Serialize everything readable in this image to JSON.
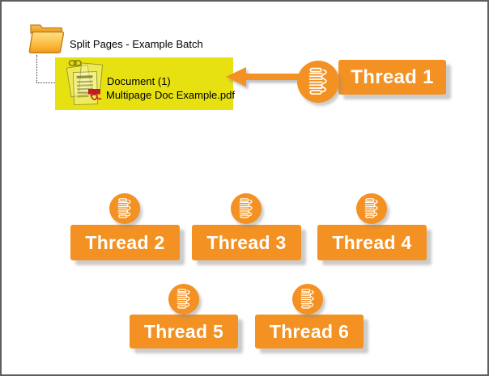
{
  "window": {
    "background": "#ffffff",
    "border_color": "#5e5e5e"
  },
  "palette": {
    "accent_orange": "#F39122",
    "highlight_yellow": "#E7E112",
    "shadow_gray": "#8c8c8c",
    "text_black": "#000000",
    "pdf_red": "#C41A22",
    "button_text": "#ffffff"
  },
  "icons": {
    "folder": "open-folder",
    "chain": "chain-links",
    "document_stack": "stacked-pages",
    "pdf": "adobe-pdf-mark",
    "thread": "spool-of-thread",
    "arrow": "left-arrow"
  },
  "tree": {
    "root_label": "Split Pages - Example Batch",
    "selected_item": {
      "label": "Document (1)",
      "filename": "Multipage Doc Example.pdf"
    }
  },
  "threads": [
    {
      "label": "Thread 1"
    },
    {
      "label": "Thread 2"
    },
    {
      "label": "Thread 3"
    },
    {
      "label": "Thread 4"
    },
    {
      "label": "Thread 5"
    },
    {
      "label": "Thread 6"
    }
  ]
}
